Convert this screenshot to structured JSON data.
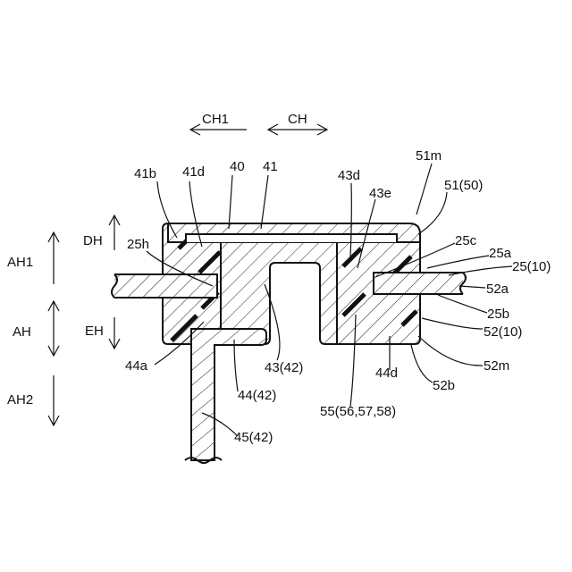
{
  "arrows": {
    "ch1": "CH1",
    "ch": "CH",
    "dh": "DH",
    "eh": "EH",
    "ah1": "AH1",
    "ah": "AH",
    "ah2": "AH2"
  },
  "labels": {
    "l41b": "41b",
    "l41d": "41d",
    "l40": "40",
    "l41": "41",
    "l43d": "43d",
    "l43e": "43e",
    "l51m": "51m",
    "l51_50": "51(50)",
    "l25h": "25h",
    "l25c": "25c",
    "l25a": "25a",
    "l25_10": "25(10)",
    "l52a": "52a",
    "l25b": "25b",
    "l52_10": "52(10)",
    "l52m": "52m",
    "l52b": "52b",
    "l44d": "44d",
    "l44a": "44a",
    "l44_42": "44(42)",
    "l43_42": "43(42)",
    "l55": "55(56,57,58)",
    "l45_42": "45(42)"
  }
}
